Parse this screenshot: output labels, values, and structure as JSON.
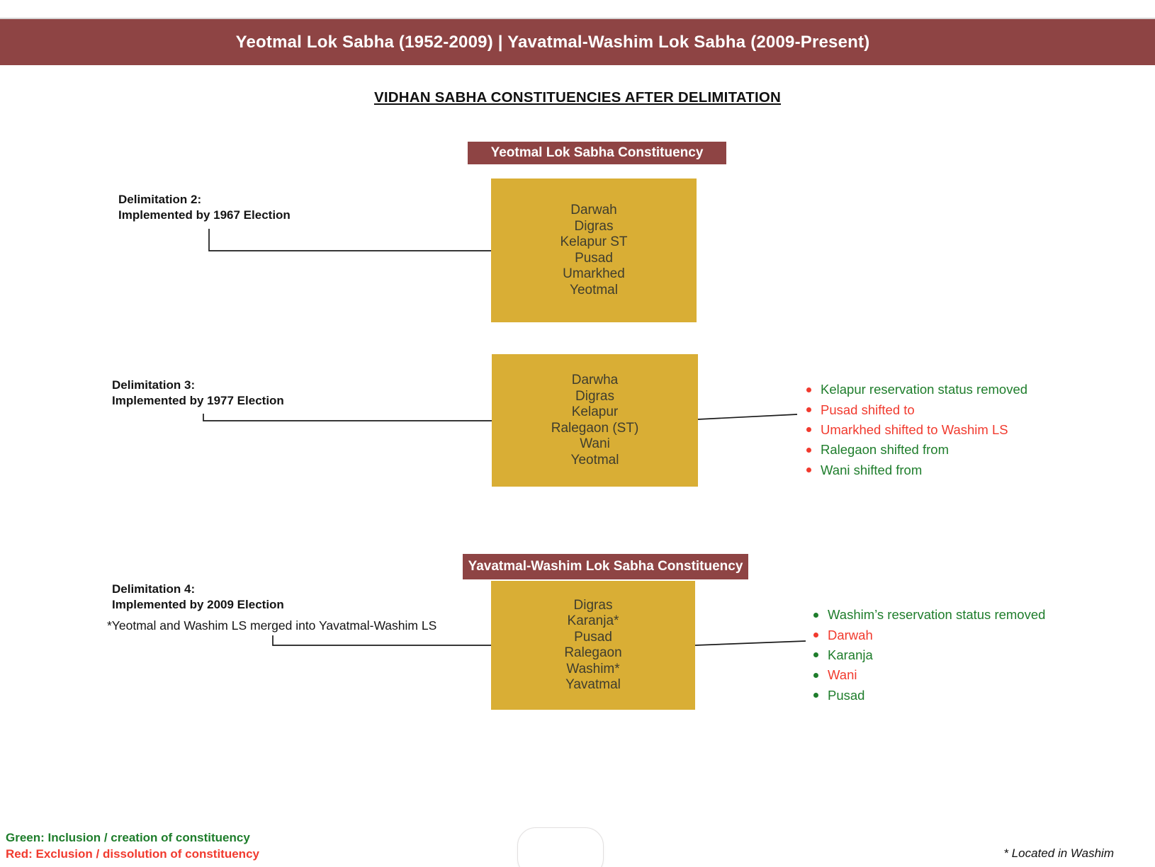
{
  "banner": {
    "title": "Yeotmal Lok Sabha (1952-2009) | Yavatmal-Washim Lok Sabha (2009-Present)"
  },
  "heading": "VIDHAN SABHA CONSTITUENCIES AFTER DELIMITATION",
  "colors": {
    "maroon": "#8E4444",
    "yellow": "#D9AE35",
    "green": "#1E7D2B",
    "red": "#F13A2E"
  },
  "sections": [
    {
      "label_title": "Delimitation 2:",
      "label_sub": "Implemented by 1967 Election",
      "header": "Yeotmal Lok Sabha Constituency",
      "constituencies": [
        "Darwah",
        "Digras",
        "Kelapur ST",
        "Pusad",
        "Umarkhed",
        "Yeotmal"
      ],
      "changes": []
    },
    {
      "label_title": "Delimitation 3:",
      "label_sub": "Implemented by 1977 Election",
      "header": "",
      "constituencies": [
        "Darwha",
        "Digras",
        "Kelapur",
        "Ralegaon (ST)",
        "Wani",
        "Yeotmal"
      ],
      "changes": [
        {
          "text": "Kelapur reservation status removed",
          "color": "green",
          "bullet": "red"
        },
        {
          "text": "Pusad shifted to",
          "color": "red",
          "bullet": "red"
        },
        {
          "text": "Umarkhed shifted to Washim LS",
          "color": "red",
          "bullet": "red"
        },
        {
          "text": "Ralegaon shifted from",
          "color": "green",
          "bullet": "red"
        },
        {
          "text": "Wani shifted from",
          "color": "green",
          "bullet": "red"
        }
      ]
    },
    {
      "label_title": "Delimitation 4:",
      "label_sub": "Implemented by 2009 Election",
      "note": "*Yeotmal and Washim LS merged into Yavatmal-Washim LS",
      "header": "Yavatmal-Washim Lok Sabha Constituency",
      "constituencies": [
        "Digras",
        "Karanja*",
        "Pusad",
        "Ralegaon",
        "Washim*",
        "Yavatmal"
      ],
      "changes": [
        {
          "text": "Washim’s reservation status removed",
          "color": "green",
          "bullet": "green"
        },
        {
          "text": "Darwah",
          "color": "red",
          "bullet": "red"
        },
        {
          "text": "Karanja",
          "color": "green",
          "bullet": "green"
        },
        {
          "text": "Wani",
          "color": "red",
          "bullet": "green"
        },
        {
          "text": "Pusad",
          "color": "green",
          "bullet": "green"
        }
      ]
    }
  ],
  "legend": {
    "green_label": "Green: Inclusion / creation of constituency",
    "red_label": "Red: Exclusion / dissolution of constituency",
    "footnote": "* Located in Washim"
  }
}
